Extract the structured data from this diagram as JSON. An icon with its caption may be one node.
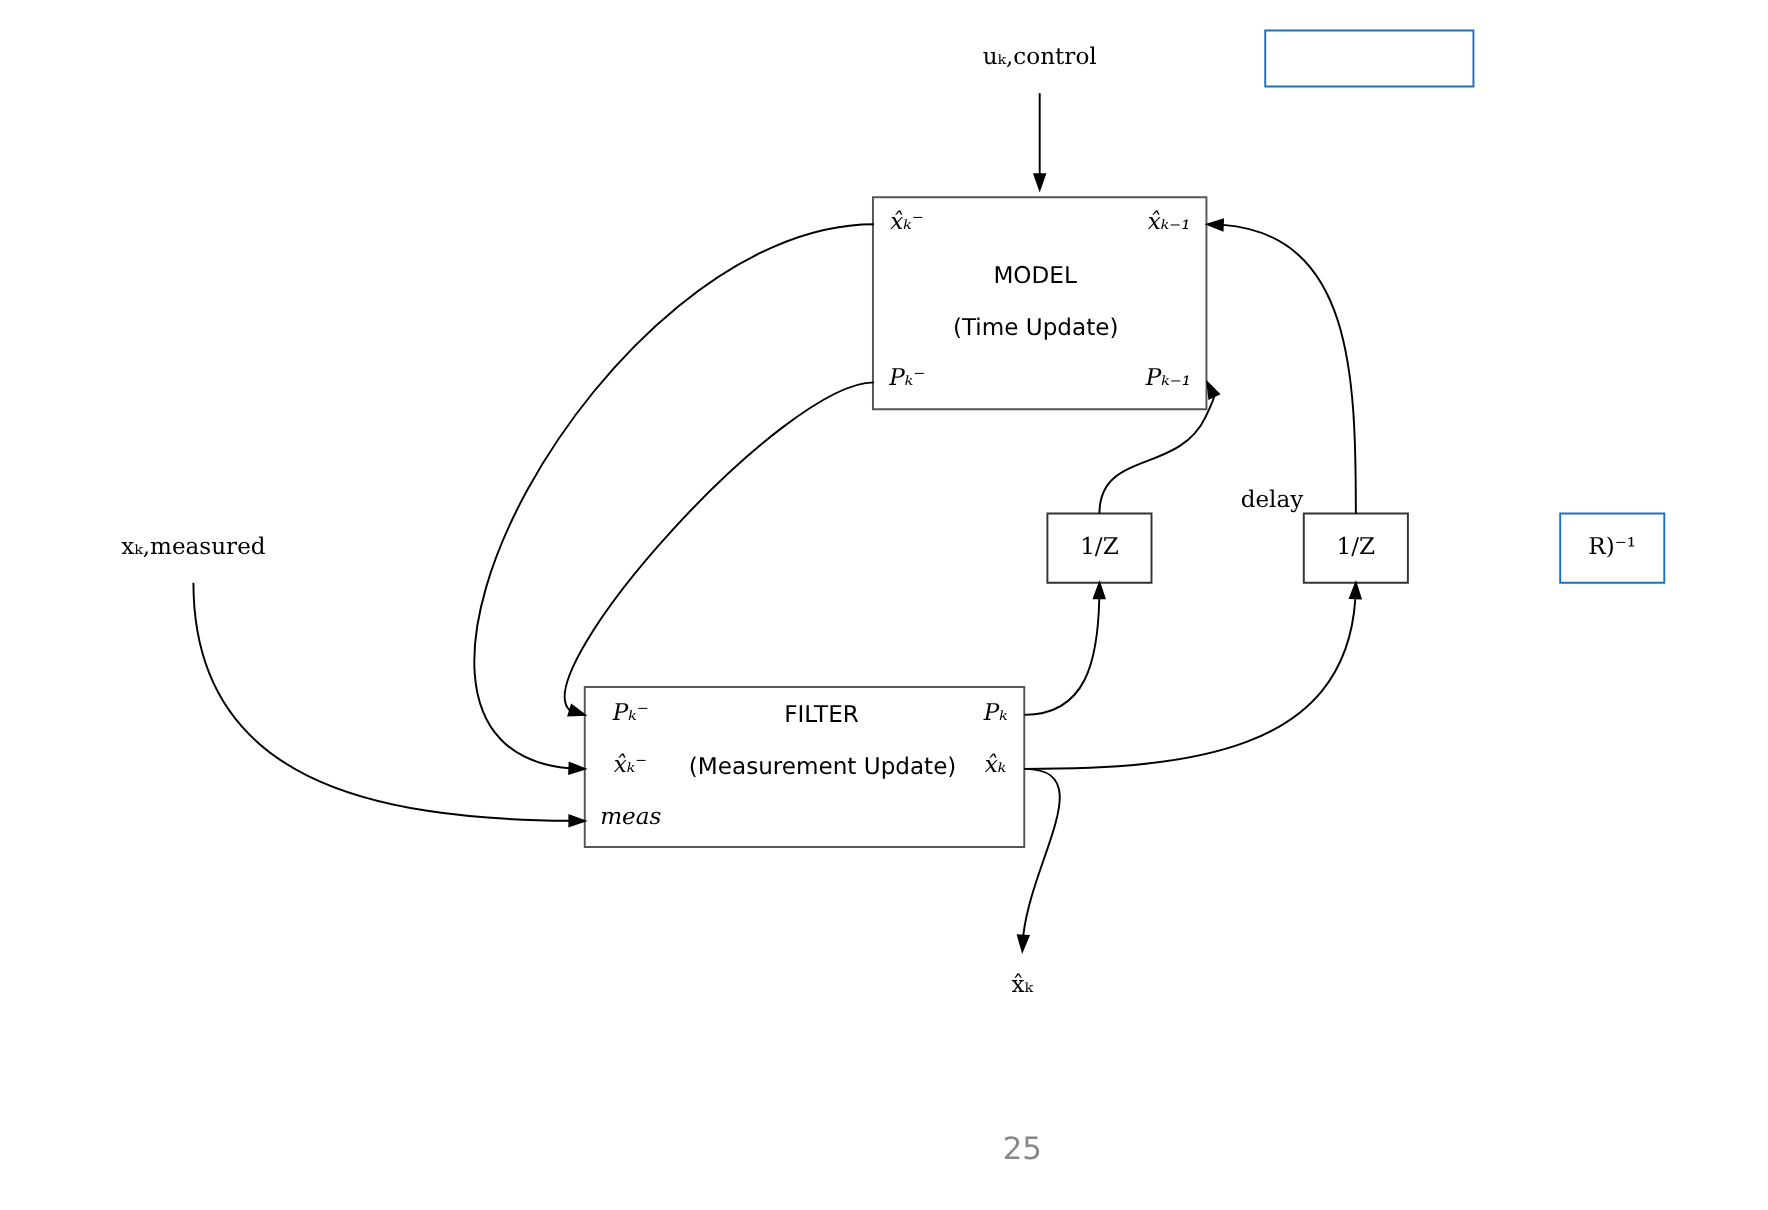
{
  "diagram": {
    "nodes": [
      {
        "text": [
          "x̂ₖ⁻",
          "x̂ₖ₋₁",
          "MODEL",
          "(Time Update)",
          "Pₖ⁻",
          "Pₖ₋₁"
        ]
      },
      {
        "text": [
          "Pₖ⁻",
          "FILTER",
          "Pₖ",
          "x̂ₖ⁻",
          "(Measurement Update)",
          "x̂ₖ",
          "meas"
        ]
      },
      {
        "text": [
          "1/Z"
        ]
      },
      {
        "text": [
          "1/Z"
        ],
        "beside": [
          "delay"
        ]
      },
      {
        "text": [
          "uₖ,control"
        ]
      },
      {
        "text": [
          "xₖ,measured"
        ]
      },
      {
        "text": [
          "x̂ₖ"
        ]
      },
      {
        "text": [],
        "shape": "box"
      },
      {
        "text": [
          "R)⁻¹"
        ]
      }
    ],
    "edges": [
      {
        "from": 4,
        "to": 0,
        "arrow": "to"
      },
      {
        "from": 0,
        "to": 1,
        "arrow": "to"
      },
      {
        "from": 0,
        "to": 1,
        "arrow": "to"
      },
      {
        "from": 1,
        "to": 2,
        "arrow": "to"
      },
      {
        "from": 2,
        "to": 0,
        "arrow": "to"
      },
      {
        "from": 1,
        "to": 3,
        "arrow": "to"
      },
      {
        "from": 3,
        "to": 0,
        "arrow": "to"
      },
      {
        "from": 1,
        "to": 6,
        "arrow": "to"
      },
      {
        "from": 5,
        "to": 1,
        "arrow": "to"
      }
    ],
    "labels": [
      "25"
    ]
  }
}
